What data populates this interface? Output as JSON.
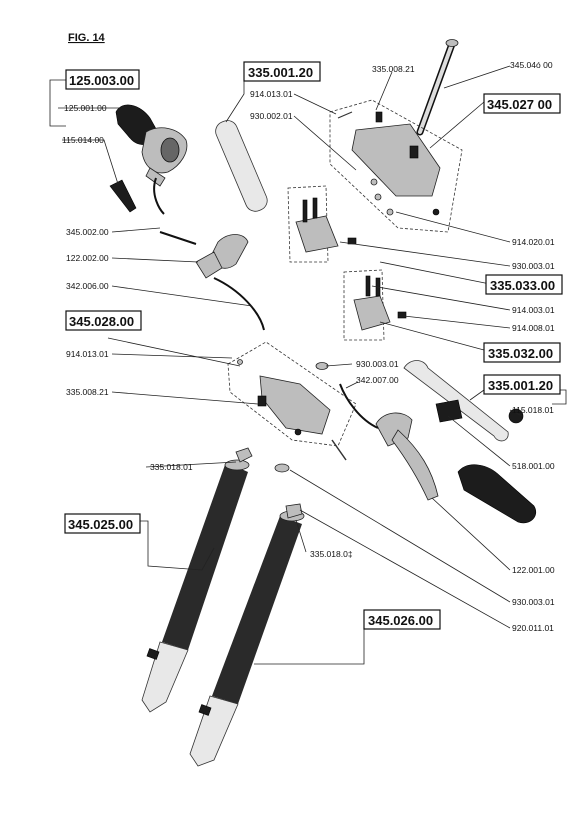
{
  "figure": {
    "title": "FIG. 14"
  },
  "callouts": {
    "c125_003_00": "125.003.00",
    "c125_001_00": "125.001.00",
    "c115_014_00": "115.014.00",
    "c335_001_20_top": "335.001.20",
    "c914_013_01_top": "914.013.01",
    "c930_002_01": "930.002.01",
    "c335_008_21_top": "335.008.21",
    "c345_046_00": "345.04ó 00",
    "c345_027_00": "345.027 00",
    "c345_002_00": "345.002.00",
    "c122_002_00": "122.002.00",
    "c914_020_01": "914.020.01",
    "c930_003_01_top": "930.003.01",
    "c335_033_00": "335.033.00",
    "c342_006_00": "342.006.00",
    "c914_003_01": "914.003.01",
    "c914_008_01": "914.008.01",
    "c345_028_00": "345.028.00",
    "c335_032_00": "335.032.00",
    "c914_013_01_mid": "914.013.01",
    "c930_003_01_mid": "930.003.01",
    "c342_007_00": "342.007.00",
    "c335_008_21_mid": "335.008.21",
    "c335_001_20_right": "335.001.20",
    "c115_018_01": "115.018.01",
    "c335_018_01_left": "335.018.01",
    "c518_001_00": "518.001.00",
    "c345_025_00": "345.025.00",
    "c335_018_01_right": "335.018.0‡",
    "c122_001_00": "122.001.00",
    "c930_003_01_bottom": "930.003.01",
    "c345_026_00": "345.026.00",
    "c920_011_01": "920.011.01"
  }
}
